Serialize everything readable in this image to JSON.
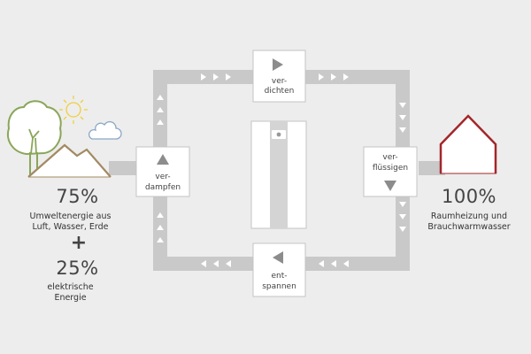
{
  "source": {
    "percent": "75%",
    "line1": "Umweltenergie aus",
    "line2": "Luft, Wasser, Erde"
  },
  "plus": "+",
  "electric": {
    "percent": "25%",
    "line1": "elektrische",
    "line2": "Energie"
  },
  "output": {
    "percent": "100%",
    "line1": "Raumheizung und",
    "line2": "Brauchwarmwasser"
  },
  "stages": {
    "compress": {
      "line1": "ver-",
      "line2": "dichten"
    },
    "condense": {
      "line1": "ver-",
      "line2": "flüssigen"
    },
    "expand": {
      "line1": "ent-",
      "line2": "spannen"
    },
    "evaporate": {
      "line1": "ver-",
      "line2": "dampfen"
    }
  },
  "colors": {
    "background": "#ededed",
    "pipe": "#c9c9c9",
    "box": "#ffffff",
    "arrow": "#8c8c8c",
    "house": "#a3262a",
    "tree": "#8aa65a",
    "mountain": "#a28a62",
    "sun": "#f0cf3c",
    "cloud": "#8ba8c8"
  },
  "icons": [
    "tree-icon",
    "sun-icon",
    "cloud-icon",
    "mountain-icon",
    "house-icon",
    "heat-pump-icon"
  ]
}
